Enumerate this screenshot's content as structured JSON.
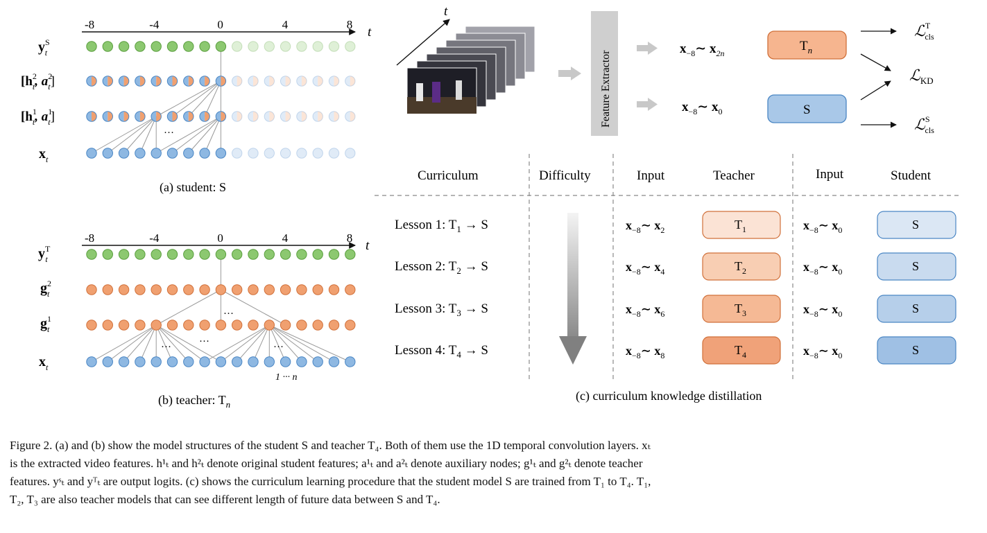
{
  "figure": {
    "panel_a": {
      "axis_ticks": [
        "-8",
        "-4",
        "0",
        "4",
        "8"
      ],
      "axis_symbol": "t",
      "row_labels": {
        "y": "y",
        "y_sup": "S",
        "y_sub": "t",
        "h2": "[h",
        "h2_sup": "2",
        "h2_sub": "t",
        "a2": ", a",
        "a2_sup": "2",
        "a2_sub": "t",
        "close": "]",
        "h1": "[h",
        "h1_sup": "1",
        "h1_sub": "t",
        "a1": ", a",
        "a1_sup": "1",
        "a1_sub": "t",
        "x": "x",
        "x_sub": "t"
      },
      "ellipsis": "···",
      "caption": "(a) student: S"
    },
    "panel_b": {
      "axis_ticks": [
        "-8",
        "-4",
        "0",
        "4",
        "8"
      ],
      "axis_symbol": "t",
      "row_labels": {
        "y": "y",
        "y_sup": "T",
        "y_sub": "t",
        "g2": "g",
        "g2_sup": "2",
        "g2_sub": "t",
        "g1": "g",
        "g1_sup": "1",
        "g1_sub": "t",
        "x": "x",
        "x_sub": "t"
      },
      "ellipsis": "···",
      "range_label": "1 ··· n",
      "caption_prefix": "(b) teacher: T",
      "caption_sub": "n"
    },
    "panel_c_top": {
      "time_symbol": "t",
      "feature_extractor": "Feature Extractor",
      "teacher_input": "x",
      "teacher_input_sub1": "−8",
      "teacher_input_mid": "∼ x",
      "teacher_input_sub2": "2n",
      "student_input": "x",
      "student_input_sub1": "−8",
      "student_input_mid": "∼ x",
      "student_input_sub2": "0",
      "teacher_box": "T",
      "teacher_box_sub": "n",
      "student_box": "S",
      "loss_teacher": "ℒ",
      "loss_teacher_sup": "T",
      "loss_teacher_sub": "cls",
      "loss_kd": "ℒ",
      "loss_kd_sub": "KD",
      "loss_student": "ℒ",
      "loss_student_sup": "S",
      "loss_student_sub": "cls"
    },
    "panel_c_table": {
      "headers": [
        "Curriculum",
        "Difficulty",
        "Input",
        "Teacher",
        "Input",
        "Student"
      ],
      "rows": [
        {
          "lesson": "Lesson 1: T",
          "lesson_sub": "1",
          "arrow": "→ S",
          "tin": "x",
          "tin_sub1": "−8",
          "tin_mid": "∼ x",
          "tin_sub2": "2",
          "teacher": "T",
          "teacher_sub": "1",
          "sin": "x",
          "sin_sub1": "−8",
          "sin_mid": "∼ x",
          "sin_sub2": "0",
          "student": "S",
          "teacher_fill": "#fbe3d5",
          "student_fill": "#dbe7f4"
        },
        {
          "lesson": "Lesson 2: T",
          "lesson_sub": "2",
          "arrow": "→ S",
          "tin": "x",
          "tin_sub1": "−8",
          "tin_mid": "∼ x",
          "tin_sub2": "4",
          "teacher": "T",
          "teacher_sub": "2",
          "sin": "x",
          "sin_sub1": "−8",
          "sin_mid": "∼ x",
          "sin_sub2": "0",
          "student": "S",
          "teacher_fill": "#f8ceb3",
          "student_fill": "#c9dbef"
        },
        {
          "lesson": "Lesson 3: T",
          "lesson_sub": "3",
          "arrow": "→ S",
          "tin": "x",
          "tin_sub1": "−8",
          "tin_mid": "∼ x",
          "tin_sub2": "6",
          "teacher": "T",
          "teacher_sub": "3",
          "sin": "x",
          "sin_sub1": "−8",
          "sin_mid": "∼ x",
          "sin_sub2": "0",
          "student": "S",
          "teacher_fill": "#f5b995",
          "student_fill": "#b6cfea"
        },
        {
          "lesson": "Lesson 4: T",
          "lesson_sub": "4",
          "arrow": "→ S",
          "tin": "x",
          "tin_sub1": "−8",
          "tin_mid": "∼ x",
          "tin_sub2": "8",
          "teacher": "T",
          "teacher_sub": "4",
          "sin": "x",
          "sin_sub1": "−8",
          "sin_mid": "∼ x",
          "sin_sub2": "0",
          "student": "S",
          "teacher_fill": "#f0a279",
          "student_fill": "#9fc0e4"
        }
      ],
      "caption": "(c) curriculum knowledge distillation"
    },
    "colors": {
      "green": "#8cc870",
      "green_stroke": "#5a9e3e",
      "orange": "#f0a070",
      "orange_stroke": "#d0703a",
      "blue": "#8eb8e2",
      "blue_stroke": "#4a86c4",
      "teacher_box": "#f6b58f",
      "student_box": "#a9c8e8"
    }
  },
  "caption": {
    "lines": [
      "Figure 2. (a) and (b) show the model structures of the student S and teacher T₄. Both of them use the 1D temporal convolution layers. xₜ",
      "is the extracted video features. h¹ₜ and h²ₜ denote original student features; a¹ₜ and a²ₜ denote auxiliary nodes; g¹ₜ and g²ₜ denote teacher",
      "features. yˢₜ and yᵀₜ are output logits. (c) shows the curriculum learning procedure that the student model S are trained from T₁ to T₄. T₁,",
      "T₂, T₃ are also teacher models that can see different length of future data between S and T₄."
    ]
  }
}
